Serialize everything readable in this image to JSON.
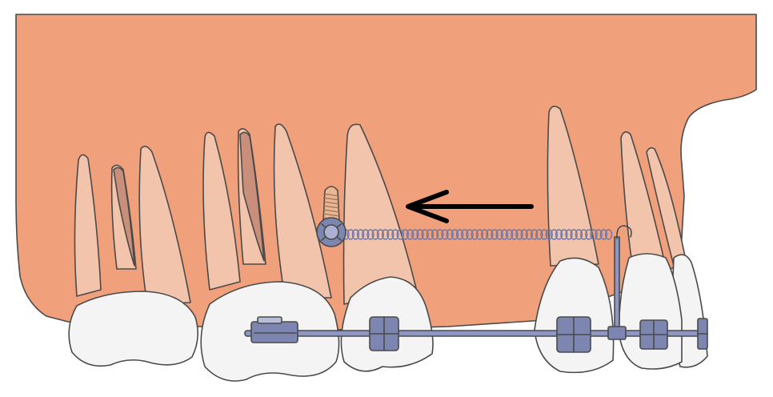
{
  "figure": {
    "background": "#ffffff",
    "gum_color": "#f0a07a",
    "root_color": "#f3c4ac",
    "root_canal_color": "#c98f7a",
    "crown_color": "#f4f4f4",
    "bracket_color": "#7d86b0",
    "wire_color": "#8e97c2",
    "outline_color": "#4a4a4a",
    "arrow_color": "#000000",
    "arrow_direction": "left",
    "components": [
      "maxillary-gum",
      "molar",
      "premolar",
      "canine",
      "incisors",
      "archwire",
      "brackets",
      "molar-tube",
      "power-arm-hook",
      "mini-screw-implant",
      "closed-coil-spring",
      "direction-arrow"
    ]
  }
}
